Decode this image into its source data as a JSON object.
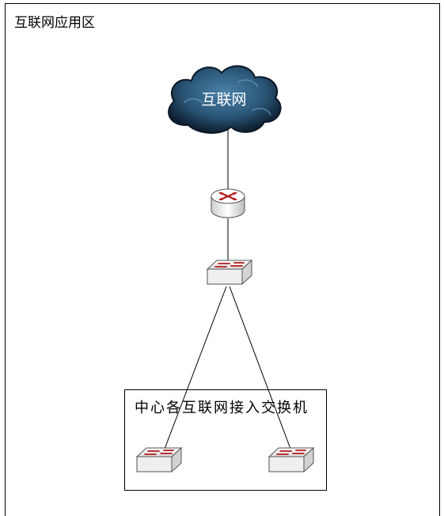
{
  "zone": {
    "title": "互联网应用区"
  },
  "cloud": {
    "label": "互联网",
    "icon": "cloud-icon"
  },
  "router": {
    "icon": "router-icon"
  },
  "core_switch": {
    "icon": "switch-icon"
  },
  "access_group": {
    "label": "中心各互联网接入交换机",
    "switches": [
      {
        "icon": "switch-icon"
      },
      {
        "icon": "switch-icon"
      }
    ]
  },
  "colors": {
    "cloud_dark": "#0d1e30",
    "cloud_light": "#3c6f92",
    "device_red": "#b31b1b",
    "device_body": "#f4f4f4"
  }
}
